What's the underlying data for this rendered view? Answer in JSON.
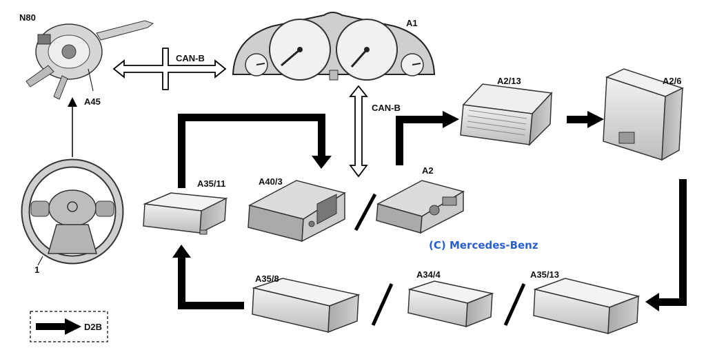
{
  "labels": {
    "n80": "N80",
    "a45": "A45",
    "a1": "A1",
    "can_b_top": "CAN-B",
    "can_b_vertical": "CAN-B",
    "a2_13": "A2/13",
    "a2_6": "A2/6",
    "a35_11": "A35/11",
    "a40_3": "A40/3",
    "a2": "A2",
    "steering_wheel": "1",
    "a35_8": "A35/8",
    "a34_4": "A34/4",
    "a35_13": "A35/13"
  },
  "legend": {
    "label": "D2B"
  },
  "copyright": "(C) Mercedes-Benz",
  "colors": {
    "arrow": "#000000",
    "component": "#dcdcdc",
    "copyright": "#2a5fd0"
  }
}
